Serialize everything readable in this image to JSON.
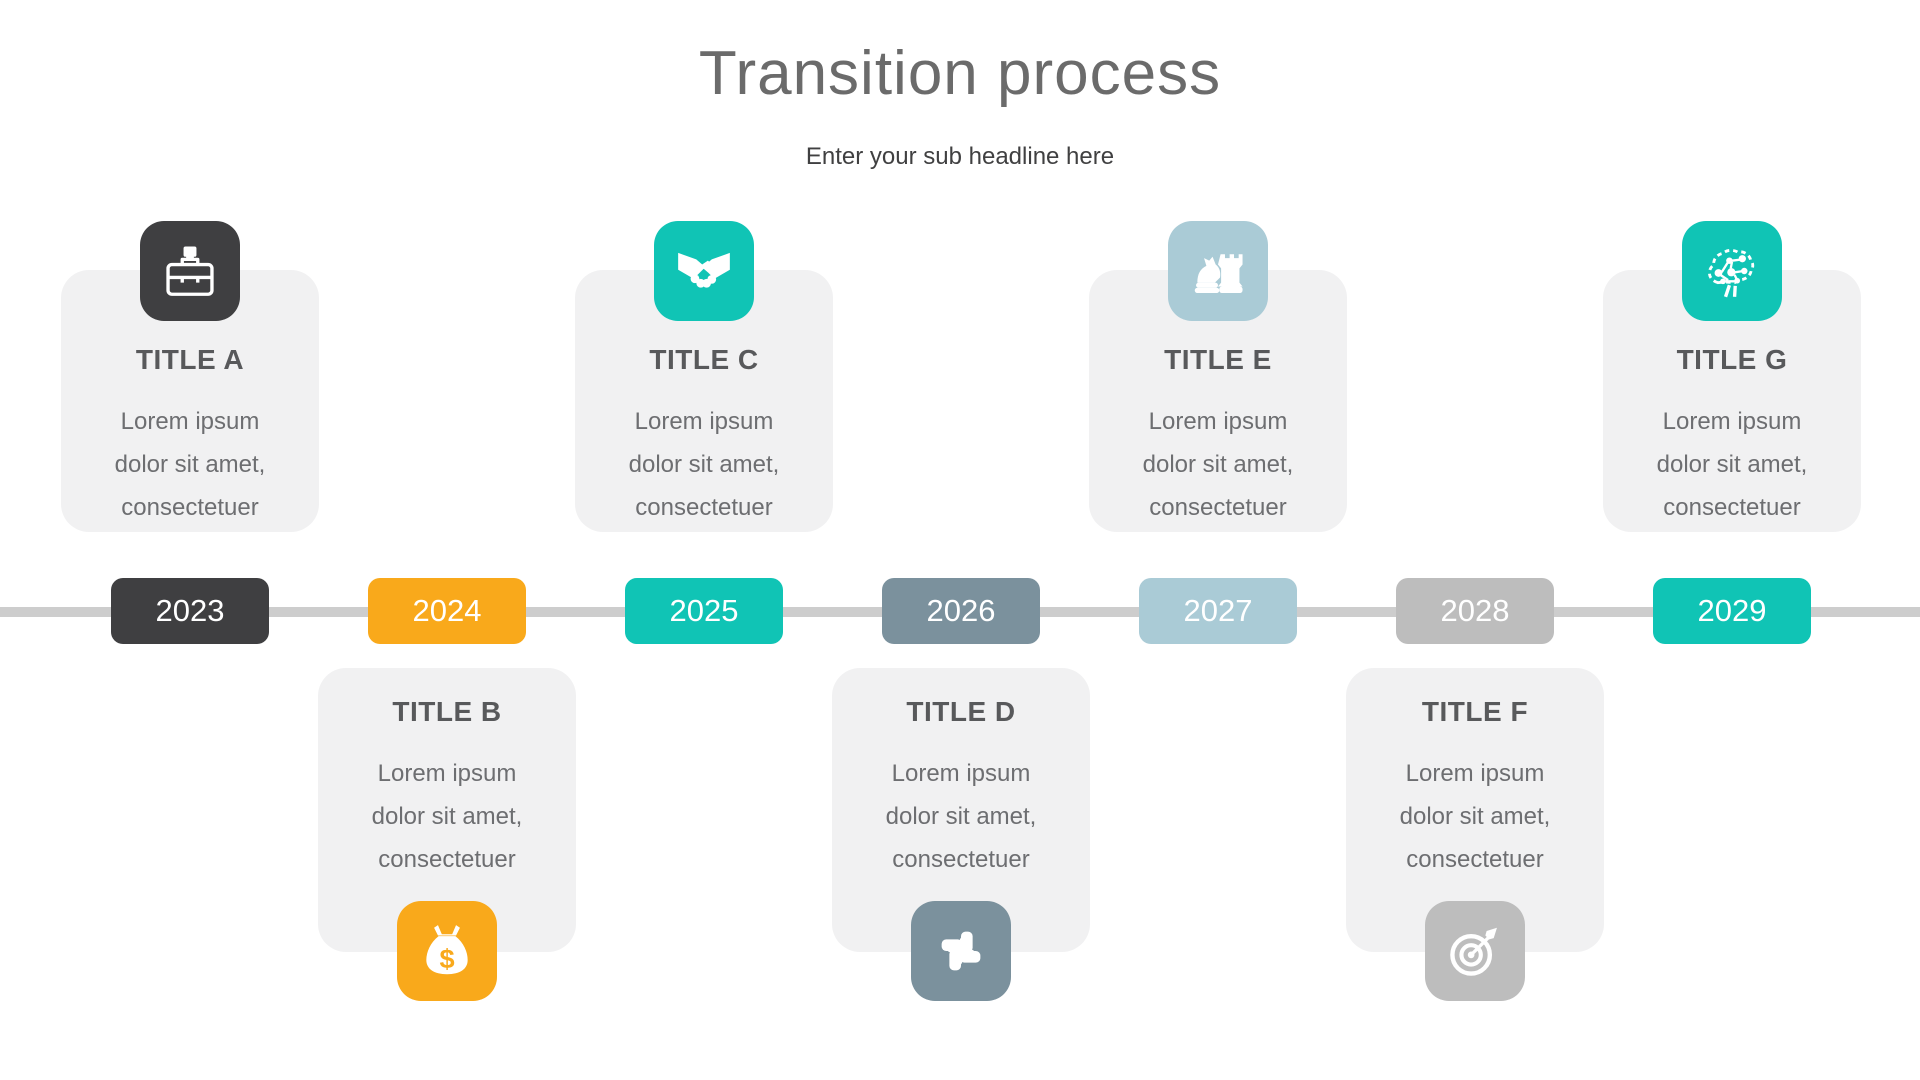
{
  "header": {
    "title": "Transition process",
    "subtitle": "Enter your sub headline here"
  },
  "timeline": {
    "line_color": "#cdcdcd",
    "card_background": "#f1f1f2",
    "items": [
      {
        "year": "2023",
        "title": "TITLE A",
        "body_lines": [
          "Lorem ipsum",
          "dolor sit amet,",
          "consectetuer"
        ],
        "color": "#3f3f41",
        "icon": "briefcase-icon",
        "position": "top"
      },
      {
        "year": "2024",
        "title": "TITLE B",
        "body_lines": [
          "Lorem ipsum",
          "dolor sit amet,",
          "consectetuer"
        ],
        "color": "#f9a91b",
        "icon": "money-bag-icon",
        "position": "bottom"
      },
      {
        "year": "2025",
        "title": "TITLE C",
        "body_lines": [
          "Lorem ipsum",
          "dolor sit amet,",
          "consectetuer"
        ],
        "color": "#10c4b5",
        "icon": "handshake-icon",
        "position": "top"
      },
      {
        "year": "2026",
        "title": "TITLE D",
        "body_lines": [
          "Lorem ipsum",
          "dolor sit amet,",
          "consectetuer"
        ],
        "color": "#7b919d",
        "icon": "teamwork-icon",
        "position": "bottom"
      },
      {
        "year": "2027",
        "title": "TITLE E",
        "body_lines": [
          "Lorem ipsum",
          "dolor sit amet,",
          "consectetuer"
        ],
        "color": "#aacbd6",
        "icon": "chess-icon",
        "position": "top"
      },
      {
        "year": "2028",
        "title": "TITLE F",
        "body_lines": [
          "Lorem ipsum",
          "dolor sit amet,",
          "consectetuer"
        ],
        "color": "#bdbdbd",
        "icon": "target-icon",
        "position": "bottom"
      },
      {
        "year": "2029",
        "title": "TITLE G",
        "body_lines": [
          "Lorem ipsum",
          "dolor sit amet,",
          "consectetuer"
        ],
        "color": "#10c4b5",
        "icon": "brain-icon",
        "position": "top"
      }
    ]
  }
}
